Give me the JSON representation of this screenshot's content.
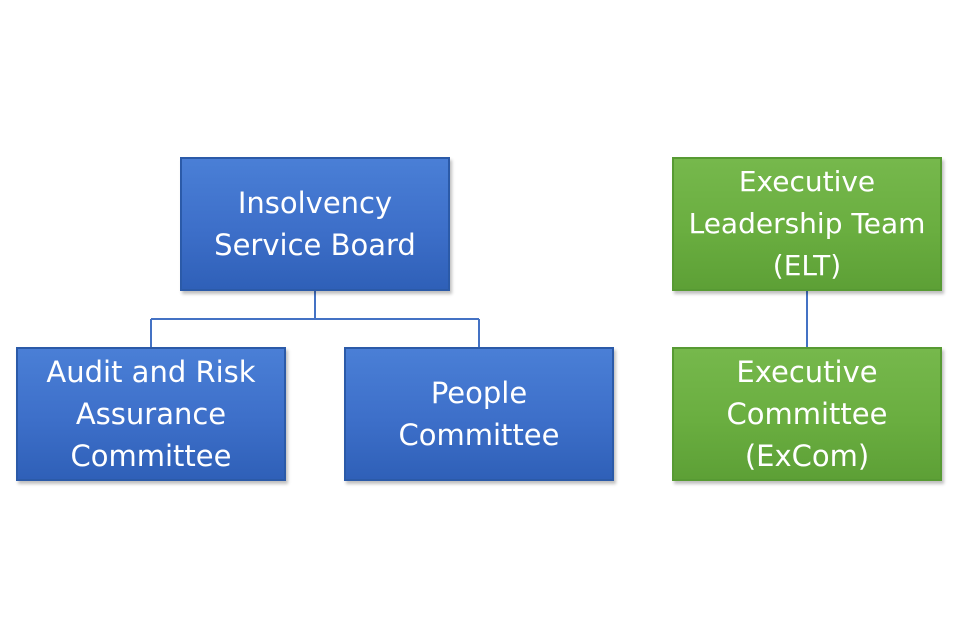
{
  "diagram": {
    "nodes": {
      "insolvency_board": {
        "lines": [
          "Insolvency",
          "Service Board"
        ]
      },
      "audit_risk": {
        "lines": [
          "Audit and Risk",
          "Assurance",
          "Committee"
        ]
      },
      "people": {
        "lines": [
          "People",
          "Committee"
        ]
      },
      "elt": {
        "lines": [
          "Executive",
          "Leadership Team",
          "(ELT)"
        ]
      },
      "excom": {
        "lines": [
          "Executive",
          "Committee",
          "(ExCom)"
        ]
      }
    },
    "colors": {
      "blue_box": "#3d6fc9",
      "green_box": "#6aae40",
      "connector_blue": "#4472c4",
      "connector_green": "#4472c4"
    }
  }
}
